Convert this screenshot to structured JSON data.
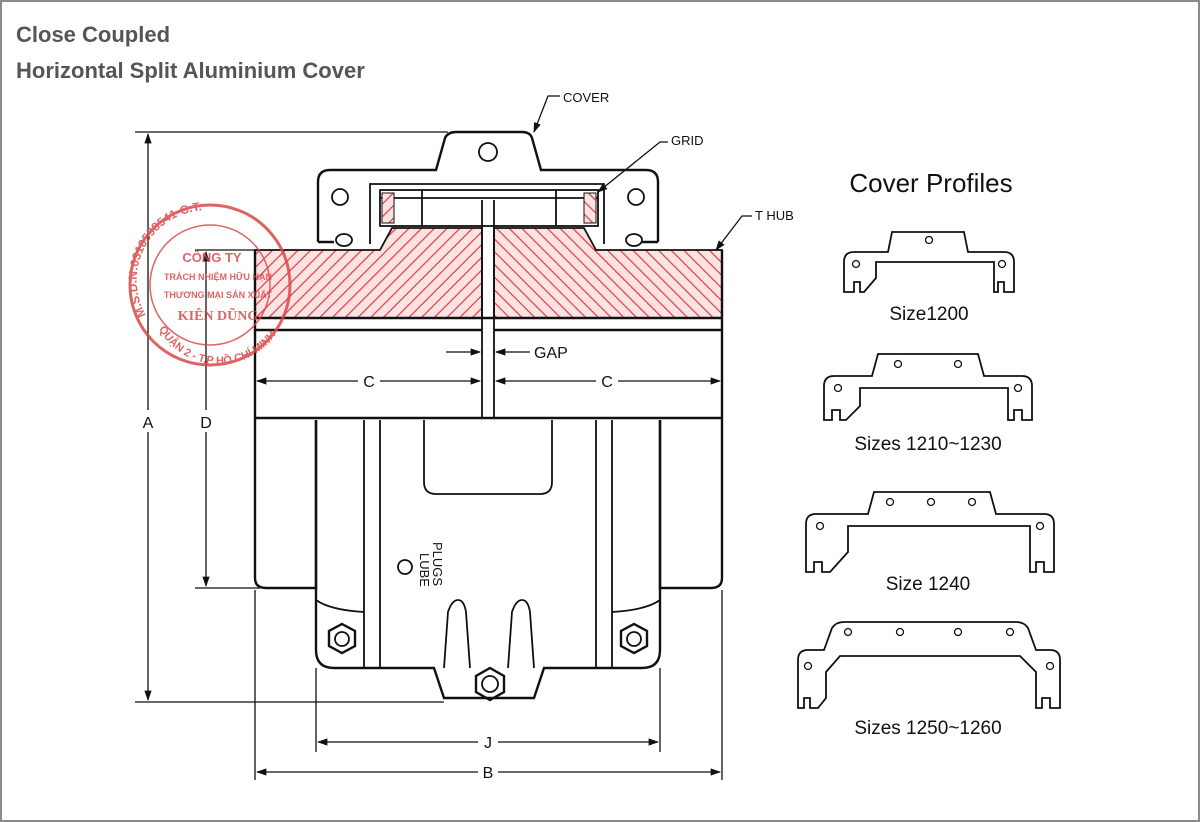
{
  "title_line1": "Close Coupled",
  "title_line2": "Horizontal Split Aluminium Cover",
  "callouts": {
    "cover": "COVER",
    "grid": "GRID",
    "t_hub": "T HUB",
    "gap": "GAP",
    "lube_plugs_line1": "LUBE",
    "lube_plugs_line2": "PLUGS"
  },
  "dimensions": {
    "a": "A",
    "b": "B",
    "c": "C",
    "d": "D",
    "j": "J"
  },
  "profiles": {
    "heading": "Cover Profiles",
    "items": [
      {
        "label": "Size1200",
        "holes": 1
      },
      {
        "label": "Sizes 1210~1230",
        "holes": 2
      },
      {
        "label": "Size 1240",
        "holes": 3
      },
      {
        "label": "Sizes 1250~1260",
        "holes": 4
      }
    ]
  },
  "stamp": {
    "ring_text": "M.S.D.N:0310598541-C.T.",
    "line1": "CÔNG TY",
    "line2": "TRÁCH NHIỆM HỮU HẠN",
    "line3": "THƯƠNG MẠI SẢN XUẤT",
    "line4": "KIÊN DŨNG",
    "bottom_text": "QUẬN 2 - T.P HỒ CHÍ MINH"
  },
  "colors": {
    "hatch": "#e53b3b",
    "hatch_bg": "#fbe3e3",
    "stamp": "#d94a4a",
    "line": "#111111",
    "title": "#555555"
  }
}
